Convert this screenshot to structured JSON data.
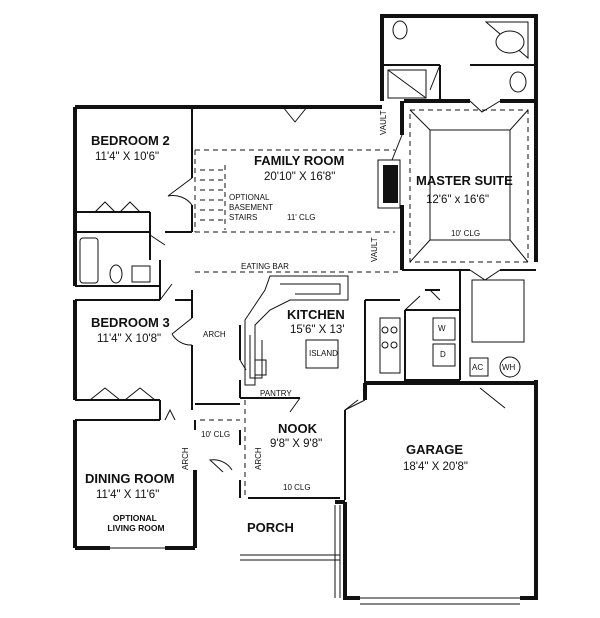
{
  "rooms": {
    "bedroom2": {
      "name": "BEDROOM 2",
      "dims": "11'4\" X 10'6\""
    },
    "family_room": {
      "name": "FAMILY ROOM",
      "dims": "20'10\" X 16'8\""
    },
    "master_suite": {
      "name": "MASTER SUITE",
      "dims": "12'6\" x 16'6\""
    },
    "bedroom3": {
      "name": "BEDROOM 3",
      "dims": "11'4\" X 10'8\""
    },
    "kitchen": {
      "name": "KITCHEN",
      "dims": "15'6\" X 13'"
    },
    "nook": {
      "name": "NOOK",
      "dims": "9'8\" X 9'8\""
    },
    "garage": {
      "name": "GARAGE",
      "dims": "18'4\" X 20'8\""
    },
    "dining_room": {
      "name": "DINING ROOM",
      "dims": "11'4\" X 11'6\""
    },
    "porch": {
      "name": "PORCH"
    }
  },
  "notes": {
    "vault_family": "VAULT",
    "vault_master": "VAULT",
    "optional": "OPTIONAL",
    "basement": "BASEMENT",
    "stairs": "STAIRS",
    "clg_11": "11' CLG",
    "clg_10_master": "10' CLG",
    "eating_bar": "EATING BAR",
    "island": "ISLAND",
    "arch_bed3": "ARCH",
    "pantry": "PANTRY",
    "clg_10_hall": "10' CLG",
    "arch_dining": "ARCH",
    "arch_nook": "ARCH",
    "clg_10_nook": "10 CLG",
    "optional_living_room": "OPTIONAL\nLIVING ROOM",
    "washer": "W",
    "dryer": "D",
    "ac": "AC",
    "wh": "WH"
  }
}
